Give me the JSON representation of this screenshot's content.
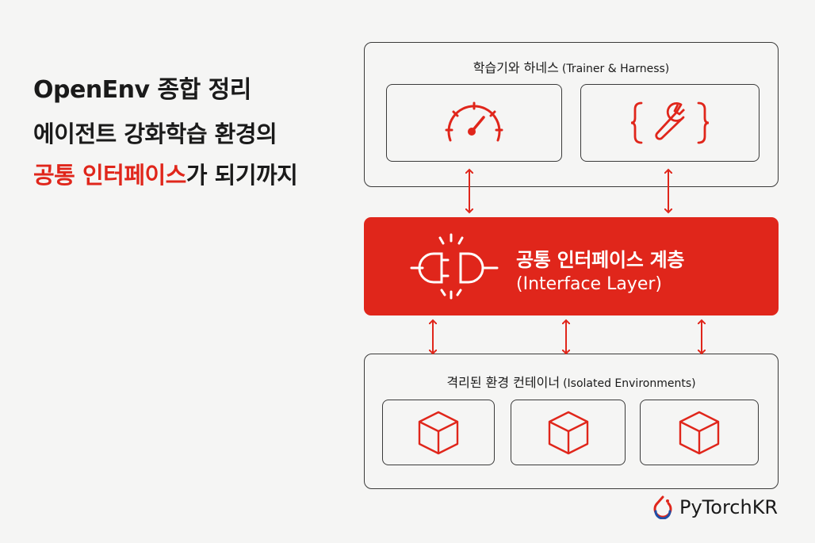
{
  "headline": {
    "line1": "OpenEnv 종합 정리",
    "line2": "에이전트 강화학습 환경의",
    "line3_highlight": "공통 인터페이스",
    "line3_rest": "가 되기까지"
  },
  "trainer_panel": {
    "title": "학습기와 하네스",
    "subtitle": "(Trainer & Harness)"
  },
  "interface_layer": {
    "title": "공통 인터페이스 계층",
    "subtitle": "(Interface Layer)"
  },
  "env_panel": {
    "title": "격리된 환경 컨테이너",
    "subtitle": "(Isolated Environments)"
  },
  "brand": {
    "name": "PyTorchKR"
  },
  "colors": {
    "accent": "#e0261b",
    "outline": "#3a3a3a",
    "background": "#f5f5f4"
  },
  "icons": [
    "gauge-icon",
    "code-wrench-icon",
    "plug-icon",
    "cube-icon",
    "pytorchkr-logo-icon"
  ]
}
